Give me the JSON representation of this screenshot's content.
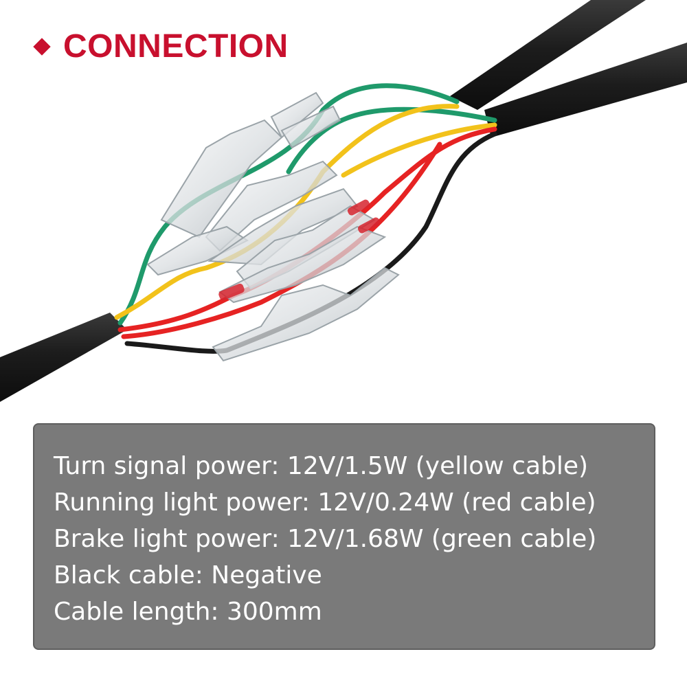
{
  "header": {
    "title": "CONNECTION",
    "accent_color": "#c8102e",
    "bullet_icon": "diamond-icon"
  },
  "photo": {
    "wire_colors": {
      "yellow": "#f2c21b",
      "red": "#e62323",
      "green": "#1f9a6b",
      "black": "#1a1a1a"
    },
    "jacket_color": "#1c1c1c"
  },
  "specs": {
    "panel_color": "#7a7a7a",
    "lines": [
      "Turn signal power: 12V/1.5W (yellow cable)",
      "Running light power: 12V/0.24W (red cable)",
      "Brake light power: 12V/1.68W (green cable)",
      "Black cable: Negative",
      "Cable length: 300mm"
    ]
  }
}
